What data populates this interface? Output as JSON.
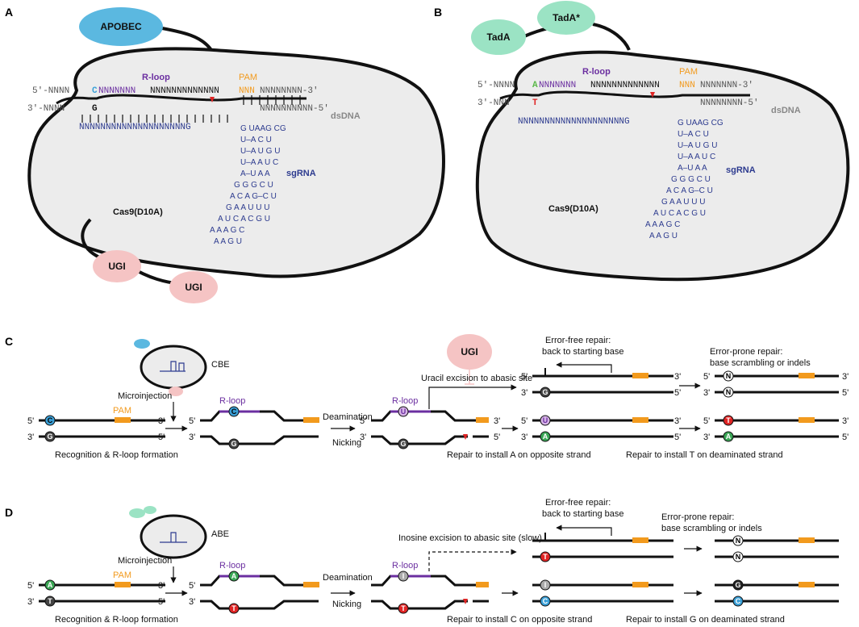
{
  "panels": {
    "a": "A",
    "b": "B",
    "c": "C",
    "d": "D"
  },
  "panel_a": {
    "deaminase": "APOBEC",
    "ugi1": "UGI",
    "ugi2": "UGI",
    "rloop": "R-loop",
    "pam": "PAM",
    "pam_seq": "NNN",
    "top_strand_left": "5'-NNNN",
    "edit_base": "C",
    "rloop_seq": "NNNNNNN",
    "top_strand_mid": "NNNNNNNNNNNNN",
    "top_strand_right": "NNNNNNNN-3'",
    "bottom_strand_left": "3'-NNNN",
    "bottom_edit_base": "G",
    "bottom_strand_right": "NNNNNNNNNN-5'",
    "guide_seq": "NNNNNNNNNNNNNNNNNNNNG",
    "dsdna": "dsDNA",
    "sgrna": "sgRNA",
    "cas9": "Cas9(D10A)"
  },
  "panel_b": {
    "deaminase1": "TadA",
    "deaminase2": "TadA*",
    "rloop": "R-loop",
    "pam": "PAM",
    "pam_seq": "NNN",
    "top_strand_left": "5'-NNNN",
    "edit_base": "A",
    "rloop_seq": "NNNNNNN",
    "top_strand_mid": "NNNNNNNNNNNNN",
    "top_strand_right": "NNNNNNN-3'",
    "bottom_strand_left": "3'-NNN",
    "bottom_edit_base": "T",
    "bottom_strand_right": "NNNNNNNN-5'",
    "guide_seq": "NNNNNNNNNNNNNNNNNNNNG",
    "dsdna": "dsDNA",
    "sgrna": "sgRNA",
    "cas9": "Cas9(D10A)"
  },
  "panel_c": {
    "editor": "CBE",
    "microinjection": "Microinjection",
    "recognition": "Recognition & R-loop formation",
    "pam": "PAM",
    "rloop1": "R-loop",
    "rloop2": "R-loop",
    "deamination": "Deamination",
    "nicking": "Nicking",
    "ugi": "UGI",
    "excision": "Uracil excision to abasic site",
    "error_free": "Error-free repair:",
    "error_free2": "back to starting base",
    "error_prone": "Error-prone repair:",
    "error_prone2": "base scrambling or indels",
    "repair_opposite": "Repair to install A on opposite strand",
    "repair_deaminated": "Repair to install T on deaminated strand",
    "b_start_top": "C",
    "b_start_bot": "G",
    "b_deam_top": "U",
    "b_deam_bot": "G",
    "b_repair_top": "U",
    "b_repair_bot": "A",
    "b_final_top": "T",
    "b_final_bot": "A",
    "b_free_bot": "G",
    "b_prone_top": "N",
    "b_prone_bot": "N"
  },
  "panel_d": {
    "editor": "ABE",
    "microinjection": "Microinjection",
    "recognition": "Recognition & R-loop formation",
    "pam": "PAM",
    "rloop1": "R-loop",
    "rloop2": "R-loop",
    "deamination": "Deamination",
    "nicking": "Nicking",
    "excision": "Inosine excision to abasic site (slow)",
    "error_free": "Error-free repair:",
    "error_free2": "back to starting base",
    "error_prone": "Error-prone repair:",
    "error_prone2": "base scrambling or indels",
    "repair_opposite": "Repair to install C on opposite strand",
    "repair_deaminated": "Repair to install G on deaminated strand",
    "b_start_top": "A",
    "b_start_bot": "T",
    "b_deam_top": "I",
    "b_deam_bot": "T",
    "b_repair_top": "I",
    "b_repair_bot": "C",
    "b_final_top": "G",
    "b_final_bot": "C",
    "b_free_bot": "T",
    "b_prone_top": "N",
    "b_prone_bot": "N"
  },
  "colors": {
    "apobec": "#5bb8e0",
    "tada": "#9be3c4",
    "ugi": "#f5c4c4",
    "cas9_fill": "#ececec",
    "rloop": "#6b2fa0",
    "pam": "#f29a1d",
    "rna": "#2d3b8f",
    "nick": "#e02424"
  }
}
